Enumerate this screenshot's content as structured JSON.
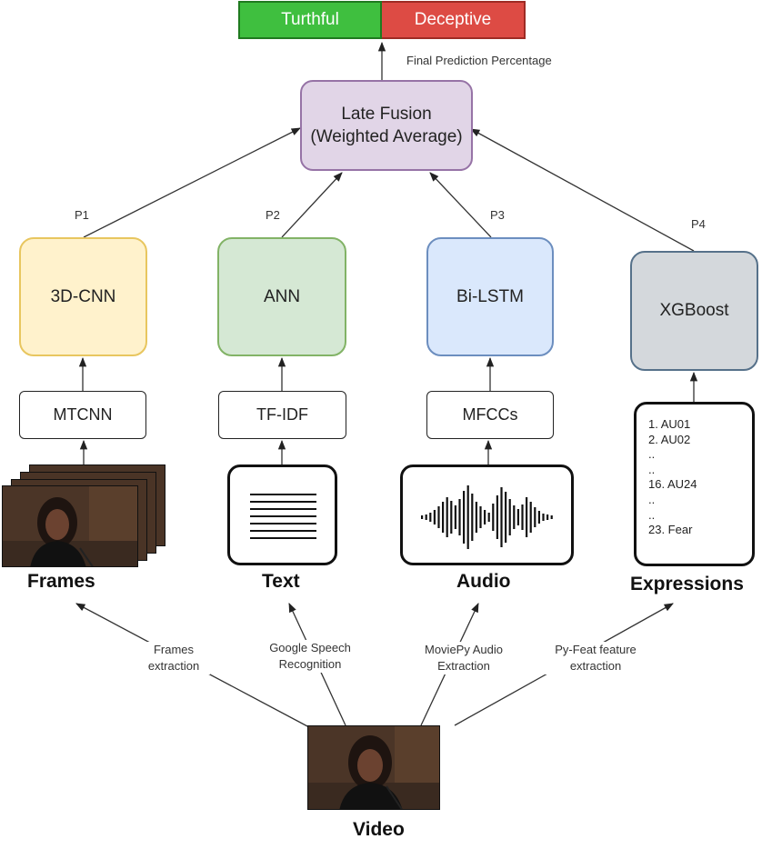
{
  "output": {
    "truthful": "Turthful",
    "deceptive": "Deceptive"
  },
  "final_label": "Final Prediction Percentage",
  "fusion": {
    "line1": "Late Fusion",
    "line2": "(Weighted Average)"
  },
  "predictions": [
    "P1",
    "P2",
    "P3",
    "P4"
  ],
  "models": [
    "3D-CNN",
    "ANN",
    "Bi-LSTM",
    "XGBoost"
  ],
  "features": [
    "MTCNN",
    "TF-IDF",
    "MFCCs"
  ],
  "expressions_list": [
    "1. AU01",
    "2. AU02",
    "..",
    "..",
    "16. AU24",
    "..",
    "..",
    "23. Fear"
  ],
  "inputs": [
    "Frames",
    "Text",
    "Audio",
    "Expressions"
  ],
  "extraction": {
    "frames": [
      "Frames",
      "extraction"
    ],
    "text": [
      "Google Speech",
      "Recognition"
    ],
    "audio": [
      "MoviePy Audio",
      "Extraction"
    ],
    "expressions": [
      "Py-Feat feature",
      "extraction"
    ]
  },
  "video_label": "Video"
}
